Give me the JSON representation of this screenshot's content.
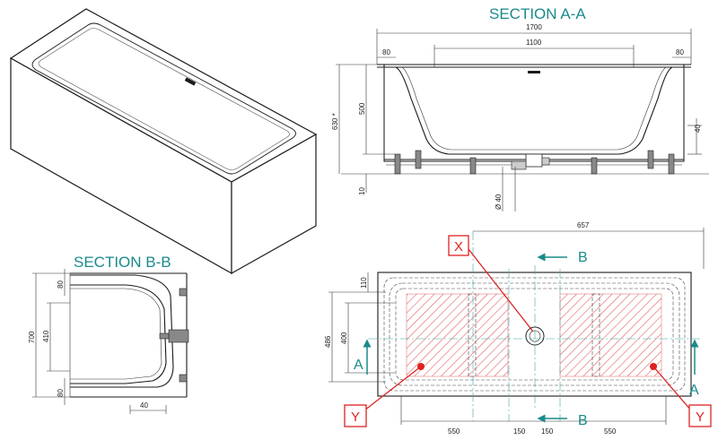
{
  "section_aa": {
    "title": "SECTION A-A",
    "dims": {
      "overall_length": "1700",
      "inner_length": "1100",
      "rim_left": "80",
      "rim_right": "80",
      "total_height": "630 *",
      "inner_depth": "500",
      "foot_height": "40",
      "floor_gap": "10",
      "waste_dia": "Ø 40"
    }
  },
  "section_bb": {
    "title": "SECTION B-B",
    "dims": {
      "overall_height": "700",
      "inner_height": "410",
      "rim_top": "80",
      "rim_bottom": "80",
      "foot": "40"
    }
  },
  "plan": {
    "dims": {
      "drain_offset": "657",
      "width": "486",
      "inner_width": "400",
      "top_margin": "110",
      "bottom": [
        "550",
        "150",
        "150",
        "550"
      ]
    },
    "labels": {
      "x_marker": "X",
      "y_left": "Y",
      "y_right": "Y",
      "a_left": "A",
      "a_right": "A",
      "b_top": "B",
      "b_bottom": "B"
    }
  },
  "colors": {
    "accent": "#1a8a8a",
    "callout": "#dd2222",
    "hatch": "#e06060"
  }
}
